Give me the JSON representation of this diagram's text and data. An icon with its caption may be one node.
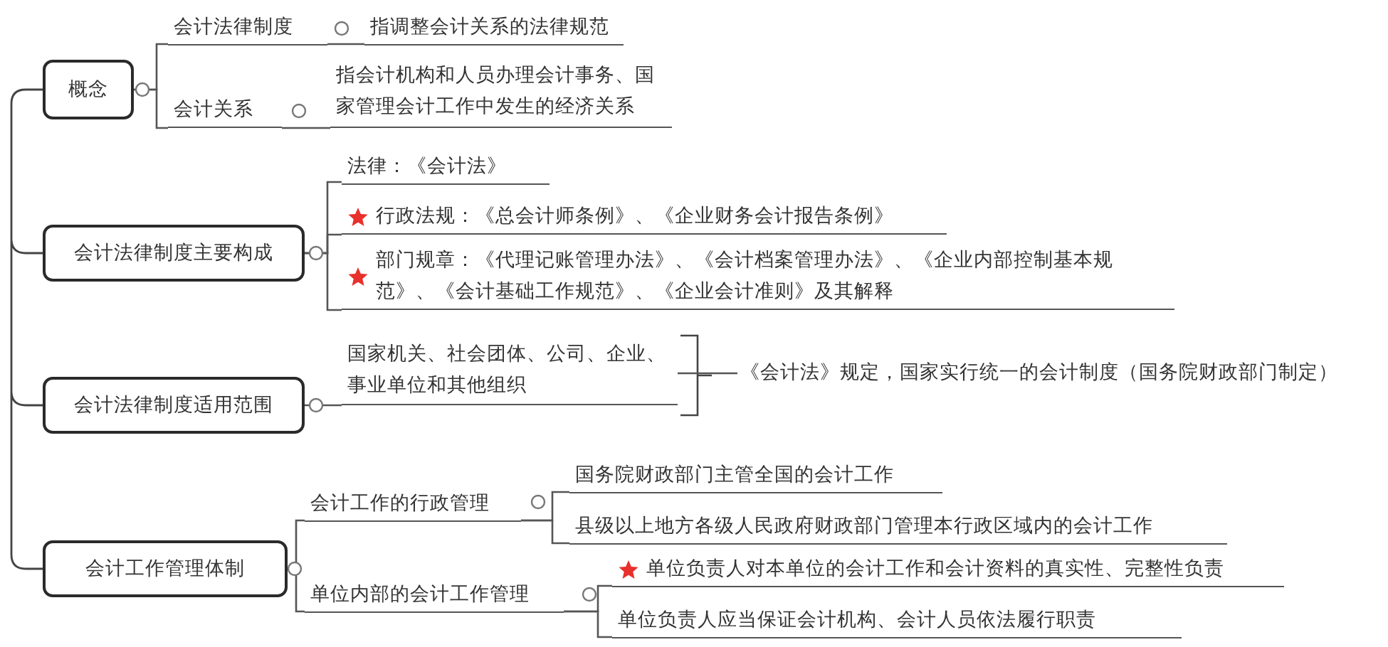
{
  "diagram": {
    "nodes": [
      {
        "text": [
          "概念"
        ]
      },
      {
        "text": [
          "会计法律制度"
        ]
      },
      {
        "text": [
          "指调整会计关系的法律规范"
        ]
      },
      {
        "text": [
          "会计关系"
        ]
      },
      {
        "text": [
          "指会计机构和人员办理会计事务、国家管理会计工作中发生的经济关系"
        ]
      },
      {
        "text": [
          "会计法律制度主要构成"
        ]
      },
      {
        "text": [
          "法律：《会计法》"
        ]
      },
      {
        "text": [
          "行政法规：《总会计师条例》、《企业财务会计报告条例》"
        ]
      },
      {
        "text": [
          "部门规章：《代理记账管理办法》、《会计档案管理办法》、《企业内部控制基本规范》、《会计基础工作规范》、《企业会计准则》及其解释"
        ]
      },
      {
        "text": [
          "会计法律制度适用范围"
        ]
      },
      {
        "text": [
          "国家机关、社会团体、公司、企业、事业单位和其他组织"
        ]
      },
      {
        "text": [
          "《会计法》规定，国家实行统一的会计制度（国务院财政部门制定）"
        ]
      },
      {
        "text": [
          "会计工作管理体制"
        ]
      },
      {
        "text": [
          "会计工作的行政管理"
        ]
      },
      {
        "text": [
          "国务院财政部门主管全国的会计工作"
        ]
      },
      {
        "text": [
          "县级以上地方各级人民政府财政部门管理本行政区域内的会计工作"
        ]
      },
      {
        "text": [
          "单位内部的会计工作管理"
        ]
      },
      {
        "text": [
          "单位负责人对本单位的会计工作和会计资料的真实性、完整性负责"
        ]
      },
      {
        "text": [
          "单位负责人应当保证会计机构、会计人员依法履行职责"
        ]
      }
    ],
    "edges": [
      {
        "from": 0,
        "to": 1,
        "arrow": "none"
      },
      {
        "from": 0,
        "to": 3,
        "arrow": "none"
      },
      {
        "from": 1,
        "to": 2,
        "arrow": "none"
      },
      {
        "from": 3,
        "to": 4,
        "arrow": "none"
      },
      {
        "from": 5,
        "to": 6,
        "arrow": "none"
      },
      {
        "from": 5,
        "to": 7,
        "arrow": "none"
      },
      {
        "from": 5,
        "to": 8,
        "arrow": "none"
      },
      {
        "from": 9,
        "to": 10,
        "arrow": "none"
      },
      {
        "from": 10,
        "to": 11,
        "arrow": "none"
      },
      {
        "from": 12,
        "to": 13,
        "arrow": "none"
      },
      {
        "from": 12,
        "to": 16,
        "arrow": "none"
      },
      {
        "from": 13,
        "to": 14,
        "arrow": "none"
      },
      {
        "from": 13,
        "to": 15,
        "arrow": "none"
      },
      {
        "from": 16,
        "to": 17,
        "arrow": "none"
      },
      {
        "from": 16,
        "to": 18,
        "arrow": "none"
      }
    ]
  }
}
